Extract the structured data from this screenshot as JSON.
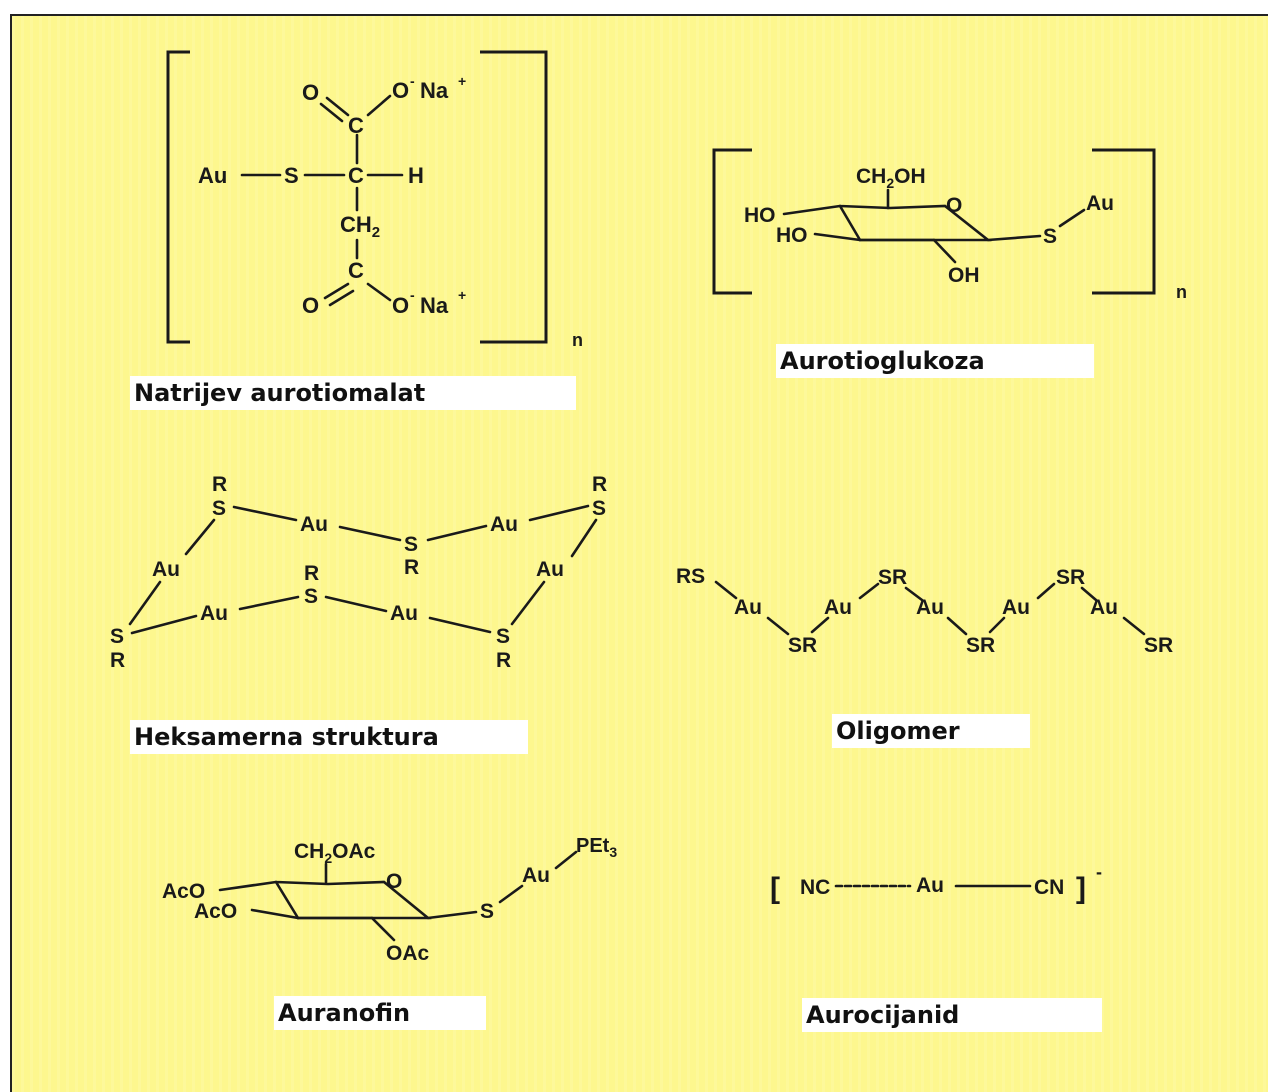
{
  "captions": {
    "aurothiomalate": "Natrijev aurotiomalat",
    "aurothioglucose": "Aurotioglukoza",
    "hexamer": "Heksamerna struktura",
    "oligomer": "Oligomer",
    "auranofin": "Auranofin",
    "aurocyanide": "Aurocijanid"
  },
  "structures": {
    "aurothiomalate": {
      "au": "Au",
      "s": "S",
      "c": "C",
      "h": "H",
      "ch2": "CH",
      "ch2_sub": "2",
      "o": "O",
      "ona_top": "O",
      "ona_bottom": "O",
      "na": "Na",
      "minus": "-",
      "plus": "+",
      "n": "n"
    },
    "aurothioglucose": {
      "ch2oh": "CH",
      "ch2oh_sub": "2",
      "ch2oh_tail": "OH",
      "ho1": "HO",
      "ho2": "HO",
      "oh": "OH",
      "o_ring": "O",
      "s": "S",
      "au": "Au",
      "n": "n"
    },
    "hexamer": {
      "au": "Au",
      "s": "S",
      "r": "R"
    },
    "oligomer": {
      "rs": "RS",
      "sr": "SR",
      "au": "Au"
    },
    "auranofin": {
      "ch2oac": "CH",
      "ch2oac_sub": "2",
      "ch2oac_tail": "OAc",
      "aco1": "AcO",
      "aco2": "AcO",
      "oac": "OAc",
      "o_ring": "O",
      "s": "S",
      "au": "Au",
      "pet3": "PEt",
      "pet3_sub": "3"
    },
    "aurocyanide": {
      "bracket_open": "[",
      "nc": "NC",
      "au": "Au",
      "cn": "CN",
      "bracket_close": "]",
      "charge": "-"
    }
  },
  "colors": {
    "background": "#fdf78e",
    "ink": "#1a1a1a",
    "caption_bg": "#ffffff"
  }
}
